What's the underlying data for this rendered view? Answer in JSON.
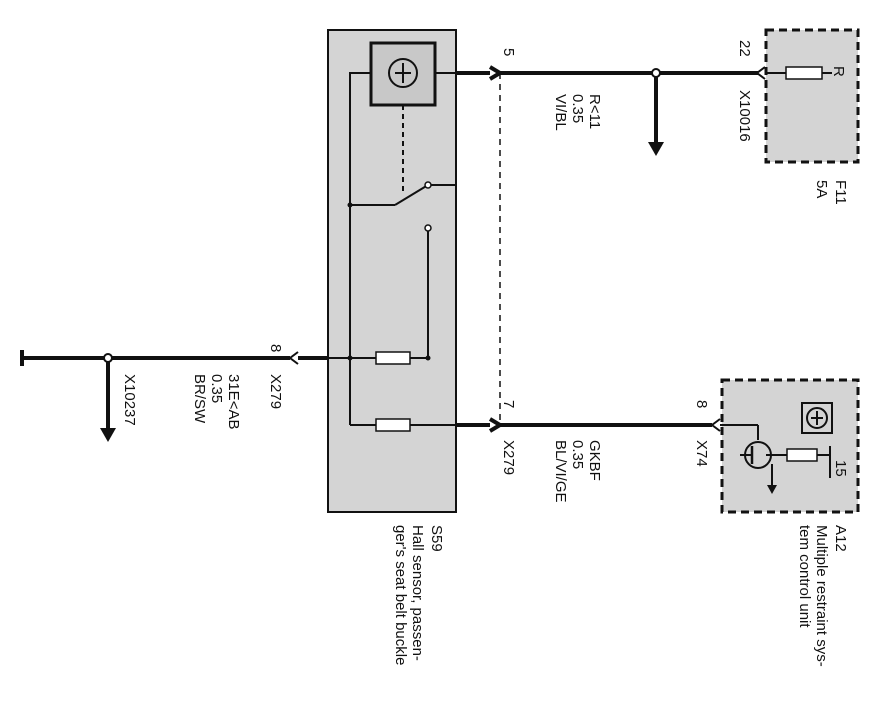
{
  "components": {
    "s59": {
      "id": "S59",
      "description_line1": "Hall sensor, passen-",
      "description_line2": "ger's seat belt buckle"
    },
    "a12": {
      "id": "A12",
      "description_line1": "Multiple restraint sys-",
      "description_line2": "tem control unit",
      "pin": "15"
    },
    "f11": {
      "id": "F11",
      "rating": "5A",
      "pin": "R"
    }
  },
  "wires": {
    "left": {
      "pin": "8",
      "connector": "X279",
      "signal": "31E<AB",
      "gauge": "0.35",
      "color": "BR/SW",
      "ground_ref": "X10237"
    },
    "top": {
      "pin_left": "5",
      "pin_right": "22",
      "signal": "R<11",
      "gauge": "0.35",
      "color": "VI/BL",
      "connector_right": "X10016"
    },
    "bottom": {
      "pin_left": "7",
      "pin_right": "8",
      "connector_left": "X279",
      "signal": "GKBF",
      "gauge": "0.35",
      "color": "BL/VI/GE",
      "connector_right": "X74"
    }
  }
}
